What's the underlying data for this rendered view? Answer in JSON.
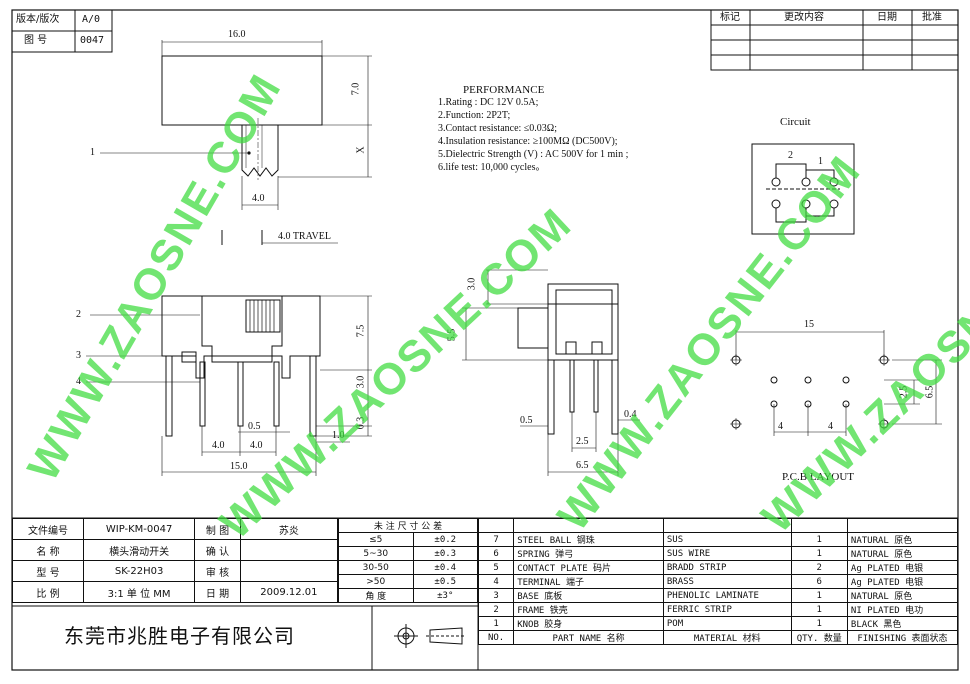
{
  "header": {
    "version_label": "版本/版次",
    "version_value": "A/0",
    "drawing_no_label": "图  号",
    "drawing_no_value": "0047"
  },
  "revision_table": [
    "标记",
    "更改内容",
    "日期",
    "批准"
  ],
  "callouts": [
    "1",
    "2",
    "3",
    "4"
  ],
  "top_view": {
    "length": "16.0",
    "height": "7.0",
    "x_label": "X",
    "knob_width": "4.0",
    "travel": "4.0 TRAVEL"
  },
  "performance": {
    "title": "PERFORMANCE",
    "items": [
      "1.Rating : DC 12V 0.5A;",
      "2.Function: 2P2T;",
      "3.Contact resistance: ≤0.03Ω;",
      "4.Insulation resistance: ≥100MΩ (DC500V);",
      "5.Dielectric Strength (V) : AC 500V for 1 min ;",
      "6.life test: 10,000 cycles。"
    ]
  },
  "front_view": {
    "height": "7.5",
    "pin_length": "3.0",
    "offset": "0.3",
    "pin_width": "0.5",
    "tab": "1.0",
    "pitch_a": "4.0",
    "pitch_b": "4.0",
    "width": "15.0"
  },
  "side_view": {
    "knob_height": "3.0",
    "knob_depth": "5.5",
    "pin": "0.5",
    "thickness": "0.4",
    "row_pitch": "2.5",
    "width": "6.5"
  },
  "circuit": {
    "title": "Circuit",
    "pole_2": "2",
    "pole_1": "1"
  },
  "pcb": {
    "span": "15",
    "pitch_a": "4",
    "pitch_b": "4",
    "row": "2.5",
    "mount": "6.5",
    "title": "P.C.B LAYOUT"
  },
  "title_block": [
    [
      "文件编号",
      "WIP-KM-0047",
      "制  图",
      "苏炎"
    ],
    [
      "名  称",
      "横头滑动开关",
      "确  认",
      ""
    ],
    [
      "型  号",
      "SK-22H03",
      "审  核",
      ""
    ],
    [
      "比  例",
      "3:1  单 位  MM",
      "日  期",
      "2009.12.01"
    ]
  ],
  "tolerance": {
    "title": "未 注 尺 寸 公 差",
    "rows": [
      [
        "≤5",
        "±0.2"
      ],
      [
        "5~30",
        "±0.3"
      ],
      [
        "30-50",
        "±0.4"
      ],
      [
        ">50",
        "±0.5"
      ],
      [
        "角  度",
        "±3°"
      ]
    ]
  },
  "parts": {
    "rows": [
      [
        "7",
        "STEEL BALL 钢珠",
        "SUS",
        "1",
        "NATURAL 原色"
      ],
      [
        "6",
        "SPRING  弹弓",
        "SUS WIRE",
        "1",
        "NATURAL 原色"
      ],
      [
        "5",
        "CONTACT PLATE  码片",
        "BRADD STRIP",
        "2",
        "Ag PLATED  电银"
      ],
      [
        "4",
        "TERMINAL  端子",
        "BRASS",
        "6",
        "Ag PLATED  电银"
      ],
      [
        "3",
        "BASE  底板",
        "PHENOLIC LAMINATE",
        "1",
        "NATURAL 原色"
      ],
      [
        "2",
        "FRAME  铁壳",
        "FERRIC STRIP",
        "1",
        "NI PLATED  电功"
      ],
      [
        "1",
        "KNOB  胶身",
        "POM",
        "1",
        "BLACK 黑色"
      ]
    ],
    "header": [
      "NO.",
      "PART  NAME  名称",
      "MATERIAL 材料",
      "QTY. 数量",
      "FINISHING 表面状态"
    ]
  },
  "company": "东莞市兆胜电子有限公司",
  "watermark": "WWW.ZAOSNE.COM"
}
